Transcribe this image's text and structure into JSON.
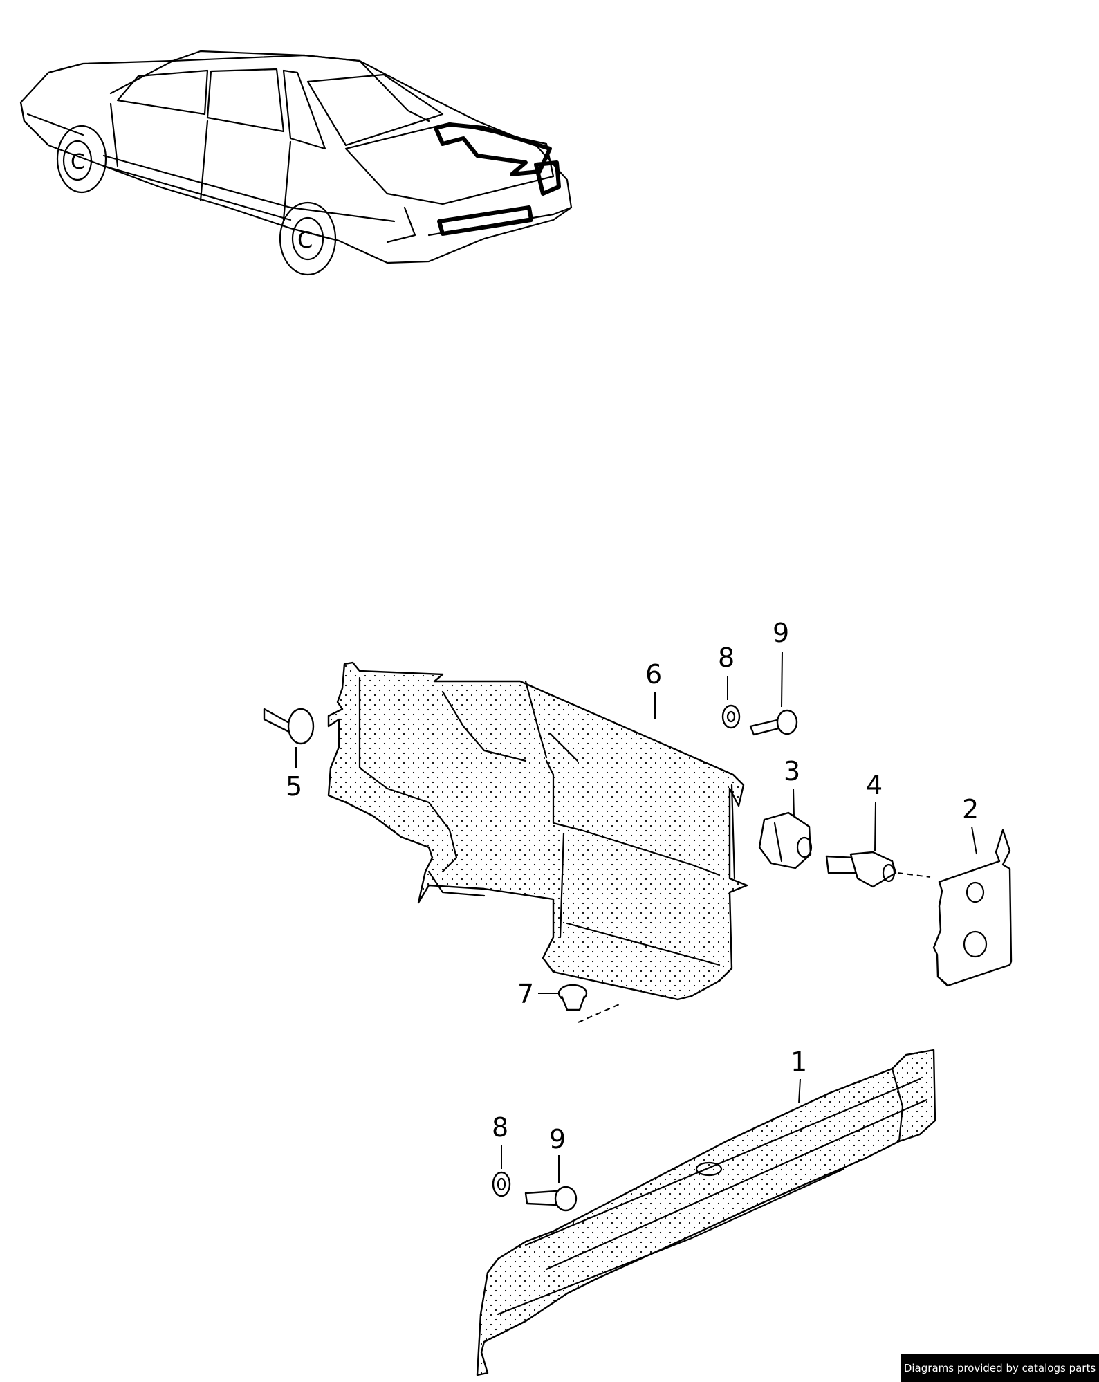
{
  "callouts": {
    "c1": "1",
    "c2": "2",
    "c3": "3",
    "c4": "4",
    "c5": "5",
    "c6": "6",
    "c7": "7",
    "c8a": "8",
    "c9a": "9",
    "c8b": "8",
    "c9b": "9"
  },
  "footer": {
    "credit": "Diagrams provided by catalogs parts"
  },
  "icons": [
    "car-overview-illustration",
    "trunk-trim-panel",
    "sill-trim-panel",
    "retainer-plate",
    "knurled-nut",
    "stud-bolt",
    "expanding-rivet",
    "plug-clip",
    "washer",
    "tapping-screw"
  ],
  "colors": {
    "line": "#000000",
    "background": "#ffffff",
    "credit_bg": "#000000",
    "credit_text": "#ffffff"
  }
}
